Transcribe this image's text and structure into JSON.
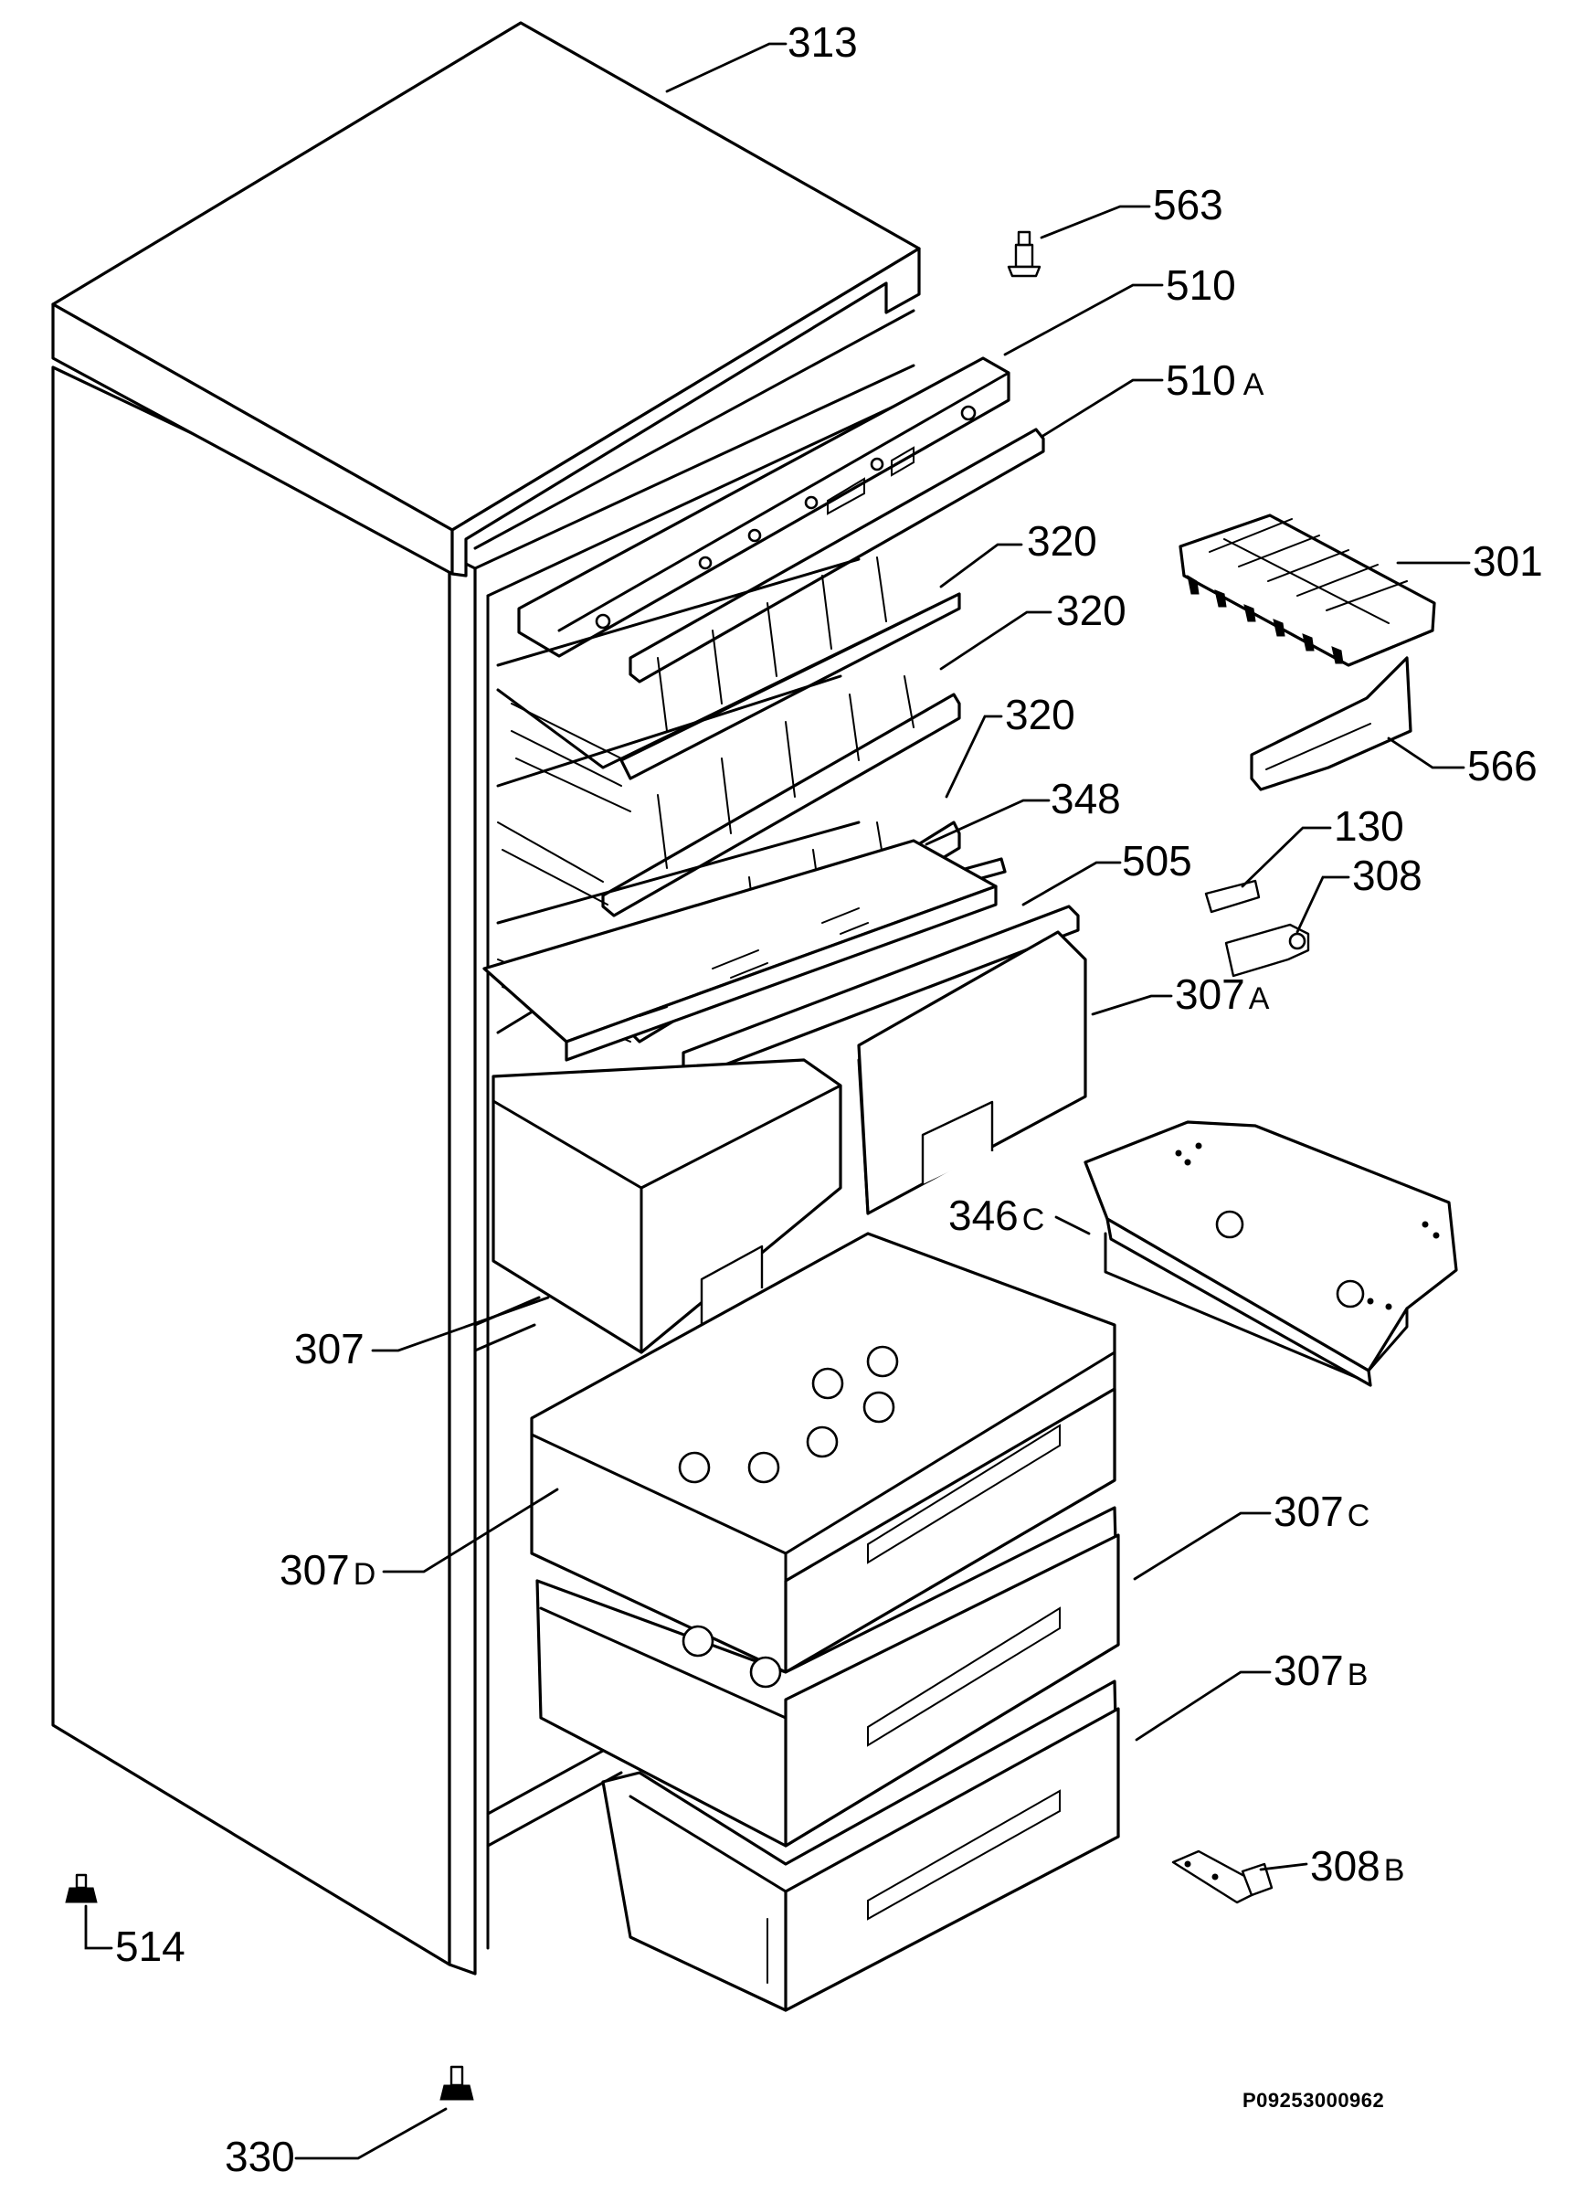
{
  "diagram": {
    "reference_code": "P09253000962",
    "callouts": [
      {
        "id": "313",
        "number": "313",
        "suffix": ""
      },
      {
        "id": "563",
        "number": "563",
        "suffix": ""
      },
      {
        "id": "510",
        "number": "510",
        "suffix": ""
      },
      {
        "id": "510a",
        "number": "510",
        "suffix": "A"
      },
      {
        "id": "320-top",
        "number": "320",
        "suffix": ""
      },
      {
        "id": "320-mid",
        "number": "320",
        "suffix": ""
      },
      {
        "id": "320-low",
        "number": "320",
        "suffix": ""
      },
      {
        "id": "301",
        "number": "301",
        "suffix": ""
      },
      {
        "id": "566",
        "number": "566",
        "suffix": ""
      },
      {
        "id": "348",
        "number": "348",
        "suffix": ""
      },
      {
        "id": "130",
        "number": "130",
        "suffix": ""
      },
      {
        "id": "505",
        "number": "505",
        "suffix": ""
      },
      {
        "id": "308",
        "number": "308",
        "suffix": ""
      },
      {
        "id": "307a",
        "number": "307",
        "suffix": "A"
      },
      {
        "id": "346c",
        "number": "346",
        "suffix": "C"
      },
      {
        "id": "307",
        "number": "307",
        "suffix": ""
      },
      {
        "id": "307c",
        "number": "307",
        "suffix": "C"
      },
      {
        "id": "307d",
        "number": "307",
        "suffix": "D"
      },
      {
        "id": "307b",
        "number": "307",
        "suffix": "B"
      },
      {
        "id": "308b",
        "number": "308",
        "suffix": "B"
      },
      {
        "id": "514",
        "number": "514",
        "suffix": ""
      },
      {
        "id": "330",
        "number": "330",
        "suffix": ""
      }
    ]
  }
}
